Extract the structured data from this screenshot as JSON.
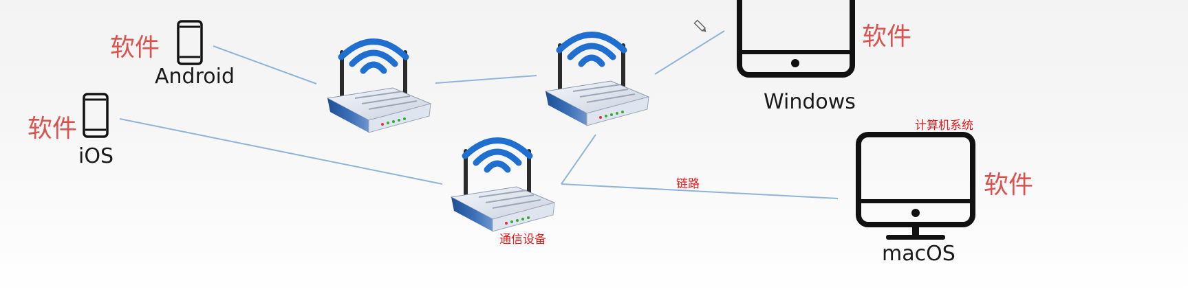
{
  "labels": {
    "software": "软件",
    "android": "Android",
    "ios": "iOS",
    "windows": "Windows",
    "macos": "macOS",
    "computer_system": "计算机系统",
    "link": "链路",
    "comm_device": "通信设备"
  },
  "colors": {
    "link_line": "#8fb3d9",
    "annotation_red": "#d9534f",
    "router_blue": "#2a5aa0",
    "device_black": "#111111"
  },
  "icons": [
    "pencil-icon",
    "phone-icon",
    "monitor-icon",
    "router-icon"
  ]
}
